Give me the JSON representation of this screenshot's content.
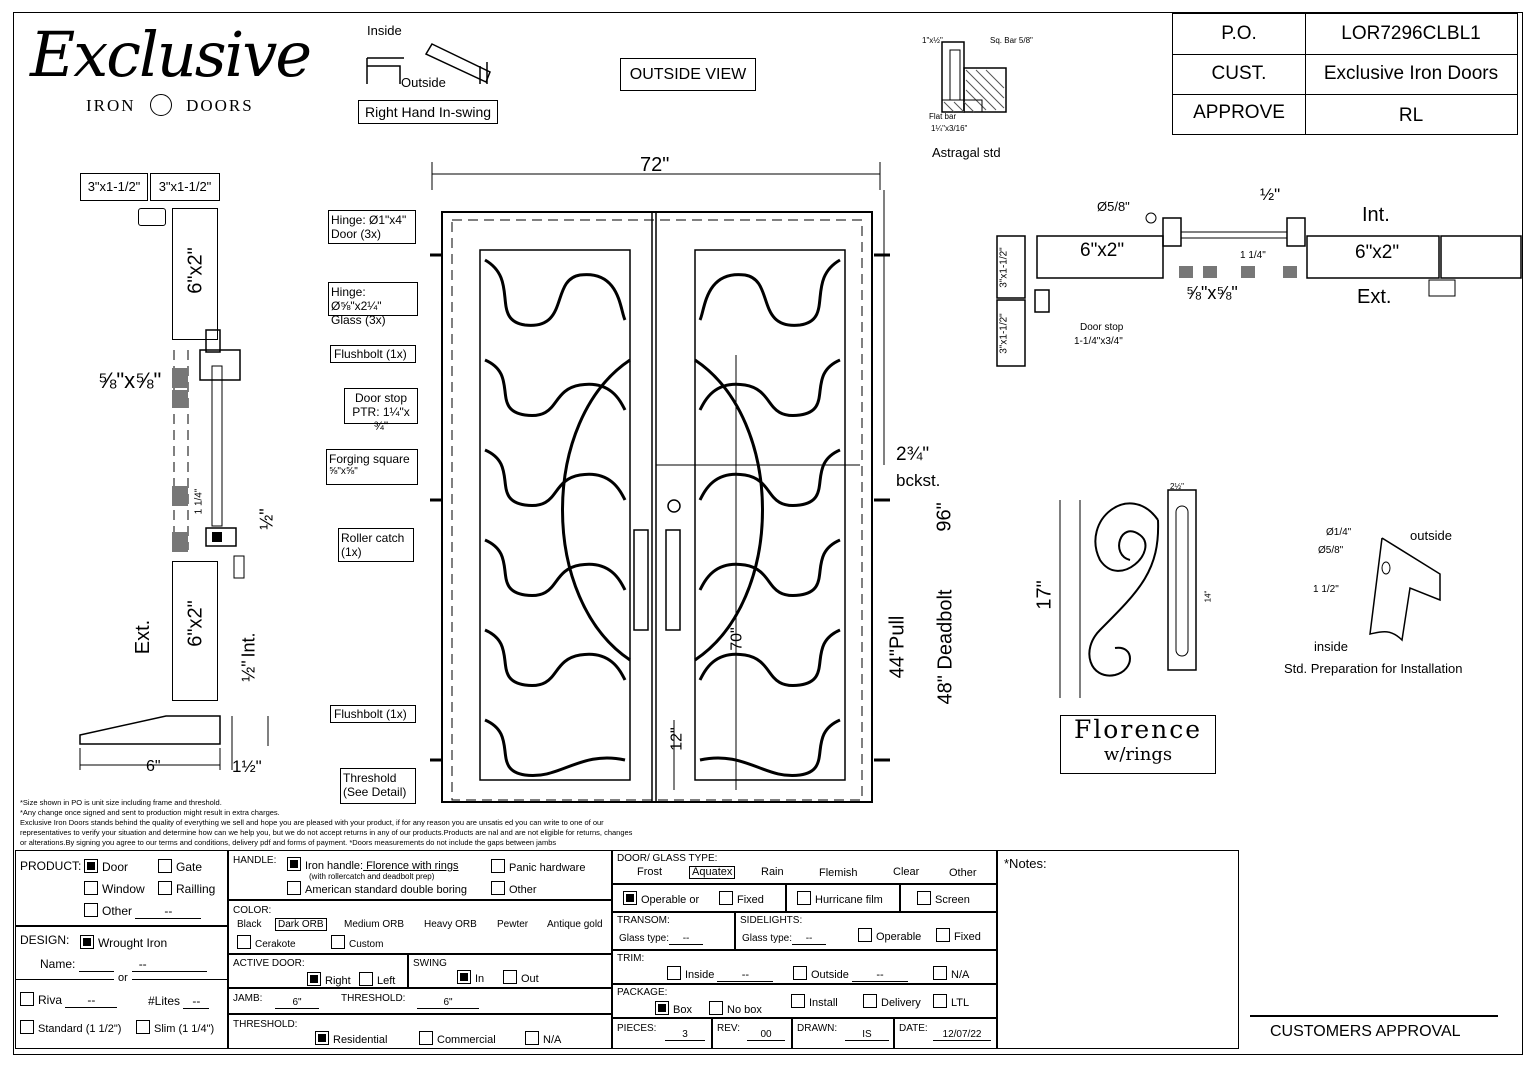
{
  "brand": {
    "script": "Exclusive",
    "sub_left": "IRON",
    "sub_right": "DOORS"
  },
  "swing_legend": {
    "inside": "Inside",
    "outside": "Outside",
    "type": "Right Hand In-swing"
  },
  "view_label": "OUTSIDE VIEW",
  "astragal": {
    "top": "1\"x½\"",
    "bar": "Sq. Bar 5/8\"",
    "flat": "Flat bar",
    "flat_size": "1¼\"x3/16\"",
    "caption": "Astragal std"
  },
  "po": {
    "rows": [
      {
        "k": "P.O.",
        "v": "LOR7296CLBL1"
      },
      {
        "k": "CUST.",
        "v": "Exclusive Iron Doors"
      },
      {
        "k": "APPROVE",
        "v": "RL"
      }
    ]
  },
  "dims": {
    "width": "72\"",
    "height": "96\"",
    "backset": "2¾\"",
    "backset_label": "bckst.",
    "pull": "44\"Pull",
    "deadbolt": "48\" Deadbolt",
    "v70": "70\"",
    "v12": "12\""
  },
  "callouts": {
    "hinge_door": [
      "Hinge: Ø1\"x4\"",
      "Door (3x)"
    ],
    "hinge_glass": [
      "Hinge: Ø⅝\"x2¼\"",
      "Glass (3x)"
    ],
    "flushbolt_top": "Flushbolt (1x)",
    "door_stop": [
      "Door stop",
      "PTR: 1¼\"x ¾\""
    ],
    "forging": [
      "Forging square",
      "⅝\"x⅝\""
    ],
    "roller": [
      "Roller catch",
      "(1x)"
    ],
    "flushbolt_bottom": "Flushbolt (1x)",
    "threshold": [
      "Threshold",
      "(See Detail)"
    ]
  },
  "section": {
    "tubes": [
      "3\"x1-1/2\"",
      "3\"x1-1/2\""
    ],
    "tube_6x2": "6\"x2\"",
    "sq": "⅝\"x⅝\"",
    "v114": "1 1/4\"",
    "half": "½\"",
    "ext": "Ext.",
    "int": "Int.",
    "half2": "½\"",
    "six": "6\"",
    "one_half": "1½\""
  },
  "plan": {
    "d58": "Ø5/8\"",
    "half": "½\"",
    "int": "Int.",
    "ext": "Ext.",
    "left": "6\"x2\"",
    "right": "6\"x2\"",
    "gap": "1 1/4\"",
    "sq": "⅝\"x⅝\"",
    "tube1": "3\"x1-1/2\"",
    "tube2": "3\"x1-1/2\"",
    "stop": "Door stop",
    "stop_size": "1-1/4\"x3/4\""
  },
  "scroll": {
    "h": "17\"",
    "w": "2½\"",
    "d": "14\"",
    "name1": "Florence",
    "name2": "w/rings"
  },
  "prep": {
    "d14": "Ø1/4\"",
    "d58": "Ø5/8\"",
    "d112": "1 1/2\"",
    "outside": "outside",
    "inside": "inside",
    "caption": "Std. Preparation for Installation"
  },
  "notes_small": [
    "*Size shown in PO is unit size including frame and threshold.",
    "*Any change once signed and sent to production might result in extra charges.",
    "Exclusive Iron Doors stands behind the quality of everything we sell and hope you are pleased with your product, if for any reason you are unsatis ed you can write to one of our",
    "representatives to verify your situation and determine how can we help you, but we do not accept returns in any of our products.Products are  nal and are not eligible for returns, changes",
    "or alterations.By signing you agree to our terms and conditions, delivery pdf and forms of payment. *Doors measurements do not include the gaps between jambs"
  ],
  "form": {
    "product": "PRODUCT:",
    "door": "Door",
    "gate": "Gate",
    "window": "Window",
    "railing": "Railling",
    "other": "Other",
    "other_val": "--",
    "design": "DESIGN:",
    "wrought": "Wrought Iron",
    "name": "Name:",
    "name_val": "--",
    "or": "or",
    "riva": "Riva",
    "riva_val": "--",
    "lites": "#Lites",
    "lites_val": "--",
    "standard": "Standard (1 1/2\")",
    "slim": "Slim (1 1/4\")",
    "handle": "HANDLE:",
    "iron_handle": "Iron handle:",
    "handle_name": " Florence with rings ",
    "handle_note": "(with rollercatch and deadbolt prep)",
    "american": "American standard double boring",
    "panic": "Panic hardware",
    "h_other": "Other",
    "color": "COLOR:",
    "colors": [
      "Black",
      "Dark ORB",
      "Medium ORB",
      "Heavy ORB",
      "Pewter",
      "Antique gold"
    ],
    "cerakote": "Cerakote",
    "custom": "Custom",
    "active": "ACTIVE DOOR:",
    "right": "Right",
    "left": "Left",
    "swing": "SWING",
    "in": "In",
    "out": "Out",
    "jamb": "JAMB:",
    "jamb_val": "6\"",
    "threshold_lbl": "THRESHOLD:",
    "threshold_val": "6\"",
    "threshold2": "THRESHOLD:",
    "residential": "Residential",
    "commercial": "Commercial",
    "na": "N/A",
    "glass_type": "DOOR/ GLASS TYPE:",
    "glasses": [
      "Frost",
      "Aquatex",
      "Rain",
      "Flemish",
      "Clear",
      "Other"
    ],
    "operable": "Operable",
    "or2": "or",
    "fixed": "Fixed",
    "hurricane": "Hurricane film",
    "screen": "Screen",
    "transom": "TRANSOM:",
    "t_glass": "Glass type:",
    "t_val": "--",
    "sidelights": "SIDELIGHTS:",
    "s_glass": "Glass type:",
    "s_val": "--",
    "s_operable": "Operable",
    "s_fixed": "Fixed",
    "trim": "TRIM:",
    "inside": "Inside",
    "inside_val": "--",
    "outside": "Outside",
    "outside_val": "--",
    "trim_na": "N/A",
    "package": "PACKAGE:",
    "box": "Box",
    "nobox": "No box",
    "install": "Install",
    "delivery": "Delivery",
    "ltl": "LTL",
    "pieces": "PIECES:",
    "pieces_val": "3",
    "rev": "REV:",
    "rev_val": "00",
    "drawn": "DRAWN:",
    "drawn_val": "IS",
    "date": "DATE:",
    "date_val": "12/07/22",
    "notes": "*Notes:",
    "approval": "CUSTOMERS APPROVAL"
  },
  "colors": {
    "line": "#000000",
    "hatch": "#555555"
  }
}
